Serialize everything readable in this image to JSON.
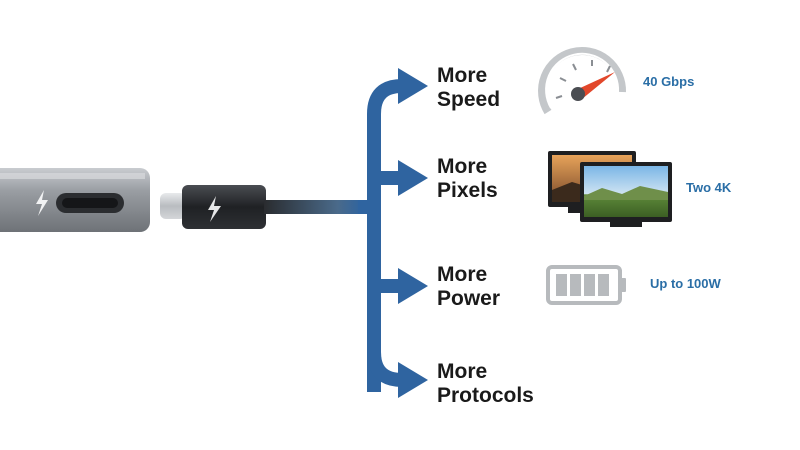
{
  "benefits": [
    {
      "line1": "More",
      "line2": "Speed",
      "value": "40 Gbps",
      "icon": "speedometer-icon"
    },
    {
      "line1": "More",
      "line2": "Pixels",
      "value": "Two 4K",
      "icon": "dual-monitor-icon"
    },
    {
      "line1": "More",
      "line2": "Power",
      "value": "Up to 100W",
      "icon": "battery-icon"
    },
    {
      "line1": "More",
      "line2": "Protocols",
      "value": "",
      "icon": ""
    }
  ],
  "colors": {
    "arrow_blue": "#2f64a0",
    "value_blue": "#2a6ea6",
    "needle_red": "#e2472b",
    "device_gray": "#8a8e93",
    "cable_black": "#2a2c2f"
  },
  "icons": {
    "device": "laptop-port-icon",
    "connector": "thunderbolt-connector-icon",
    "bolt": "thunderbolt-bolt-icon"
  }
}
